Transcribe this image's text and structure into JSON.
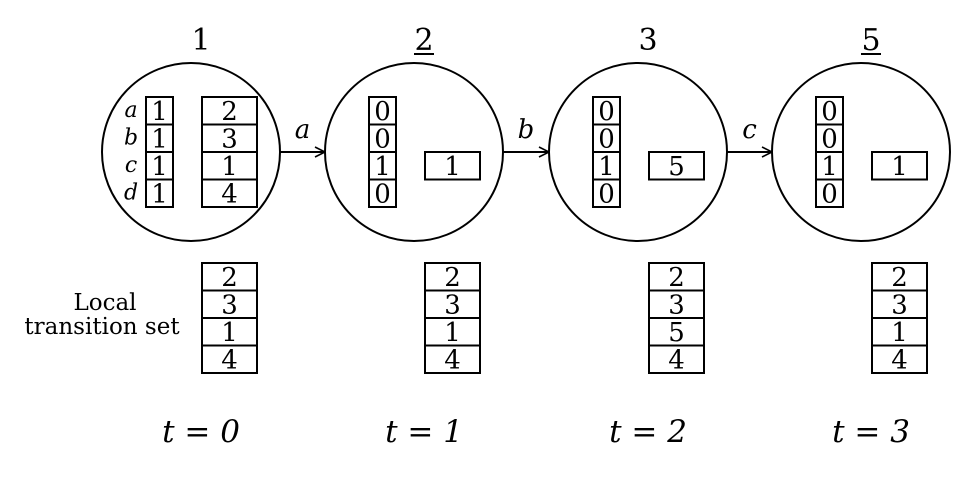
{
  "states": [
    {
      "label": "1",
      "underlined": false,
      "time_label": "t = 0",
      "row_labels": [
        "a",
        "b",
        "c",
        "d"
      ],
      "left_column": [
        "1",
        "1",
        "1",
        "1"
      ],
      "right_column": [
        "2",
        "3",
        "1",
        "4"
      ],
      "local_transition_set": [
        "2",
        "3",
        "1",
        "4"
      ]
    },
    {
      "label": "2",
      "underlined": true,
      "time_label": "t = 1",
      "left_column": [
        "0",
        "0",
        "1",
        "0"
      ],
      "single_value": "1",
      "local_transition_set": [
        "2",
        "3",
        "1",
        "4"
      ]
    },
    {
      "label": "3",
      "underlined": false,
      "time_label": "t = 2",
      "left_column": [
        "0",
        "0",
        "1",
        "0"
      ],
      "single_value": "5",
      "local_transition_set": [
        "2",
        "3",
        "5",
        "4"
      ]
    },
    {
      "label": "5",
      "underlined": true,
      "time_label": "t = 3",
      "left_column": [
        "0",
        "0",
        "1",
        "0"
      ],
      "single_value": "1",
      "local_transition_set": [
        "2",
        "3",
        "1",
        "4"
      ]
    }
  ],
  "transitions": [
    {
      "from": 0,
      "to": 1,
      "label": "a"
    },
    {
      "from": 1,
      "to": 2,
      "label": "b"
    },
    {
      "from": 2,
      "to": 3,
      "label": "c"
    }
  ],
  "local_set_caption": [
    "Local",
    "transition set"
  ]
}
